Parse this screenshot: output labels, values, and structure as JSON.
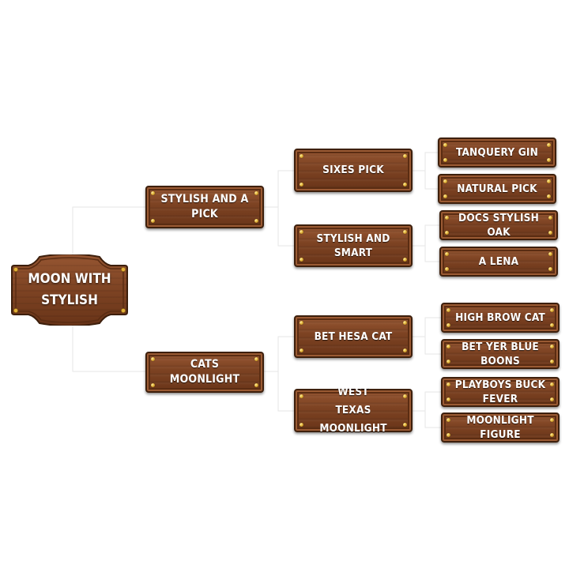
{
  "root": {
    "label": "MOON WITH\nSTYLISH"
  },
  "level1": [
    {
      "label": "STYLISH AND A PICK"
    },
    {
      "label": "CATS MOONLIGHT"
    }
  ],
  "level2": [
    {
      "label": "SIXES PICK"
    },
    {
      "label": "STYLISH AND SMART"
    },
    {
      "label": "BET HESA CAT"
    },
    {
      "label": "WEST TEXAS MOONLIGHT"
    }
  ],
  "level3": [
    {
      "label": "TANQUERY GIN"
    },
    {
      "label": "NATURAL PICK"
    },
    {
      "label": "DOCS STYLISH OAK"
    },
    {
      "label": "A LENA"
    },
    {
      "label": "HIGH BROW CAT"
    },
    {
      "label": "BET YER BLUE BOONS"
    },
    {
      "label": "PLAYBOYS BUCK FEVER"
    },
    {
      "label": "MOONLIGHT FIGURE"
    }
  ]
}
